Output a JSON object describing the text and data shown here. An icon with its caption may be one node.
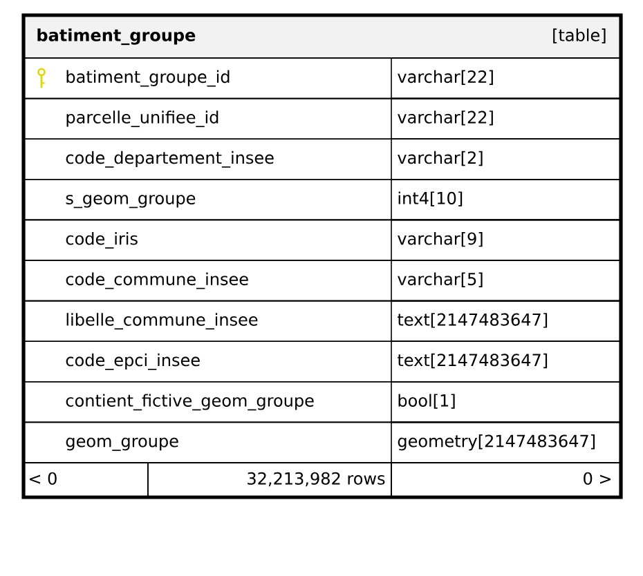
{
  "diagram": {
    "nodes": [
      {
        "text": [
          "batiment_groupe",
          "[table]"
        ]
      },
      {
        "text": [
          "batiment_groupe_id",
          "varchar[22]"
        ],
        "in": 0
      },
      {
        "text": [
          "parcelle_unifiee_id",
          "varchar[22]"
        ],
        "in": 0
      },
      {
        "text": [
          "code_departement_insee",
          "varchar[2]"
        ],
        "in": 0
      },
      {
        "text": [
          "s_geom_groupe",
          "int4[10]"
        ],
        "in": 0
      },
      {
        "text": [
          "code_iris",
          "varchar[9]"
        ],
        "in": 0
      },
      {
        "text": [
          "code_commune_insee",
          "varchar[5]"
        ],
        "in": 0
      },
      {
        "text": [
          "libelle_commune_insee",
          "text[2147483647]"
        ],
        "in": 0
      },
      {
        "text": [
          "code_epci_insee",
          "text[2147483647]"
        ],
        "in": 0
      },
      {
        "text": [
          "contient_fictive_geom_groupe",
          "bool[1]"
        ],
        "in": 0
      },
      {
        "text": [
          "geom_groupe",
          "geometry[2147483647]"
        ],
        "in": 0
      },
      {
        "text": [
          "< 0",
          "32,213,982 rows",
          "0 >"
        ],
        "in": 0
      }
    ]
  }
}
